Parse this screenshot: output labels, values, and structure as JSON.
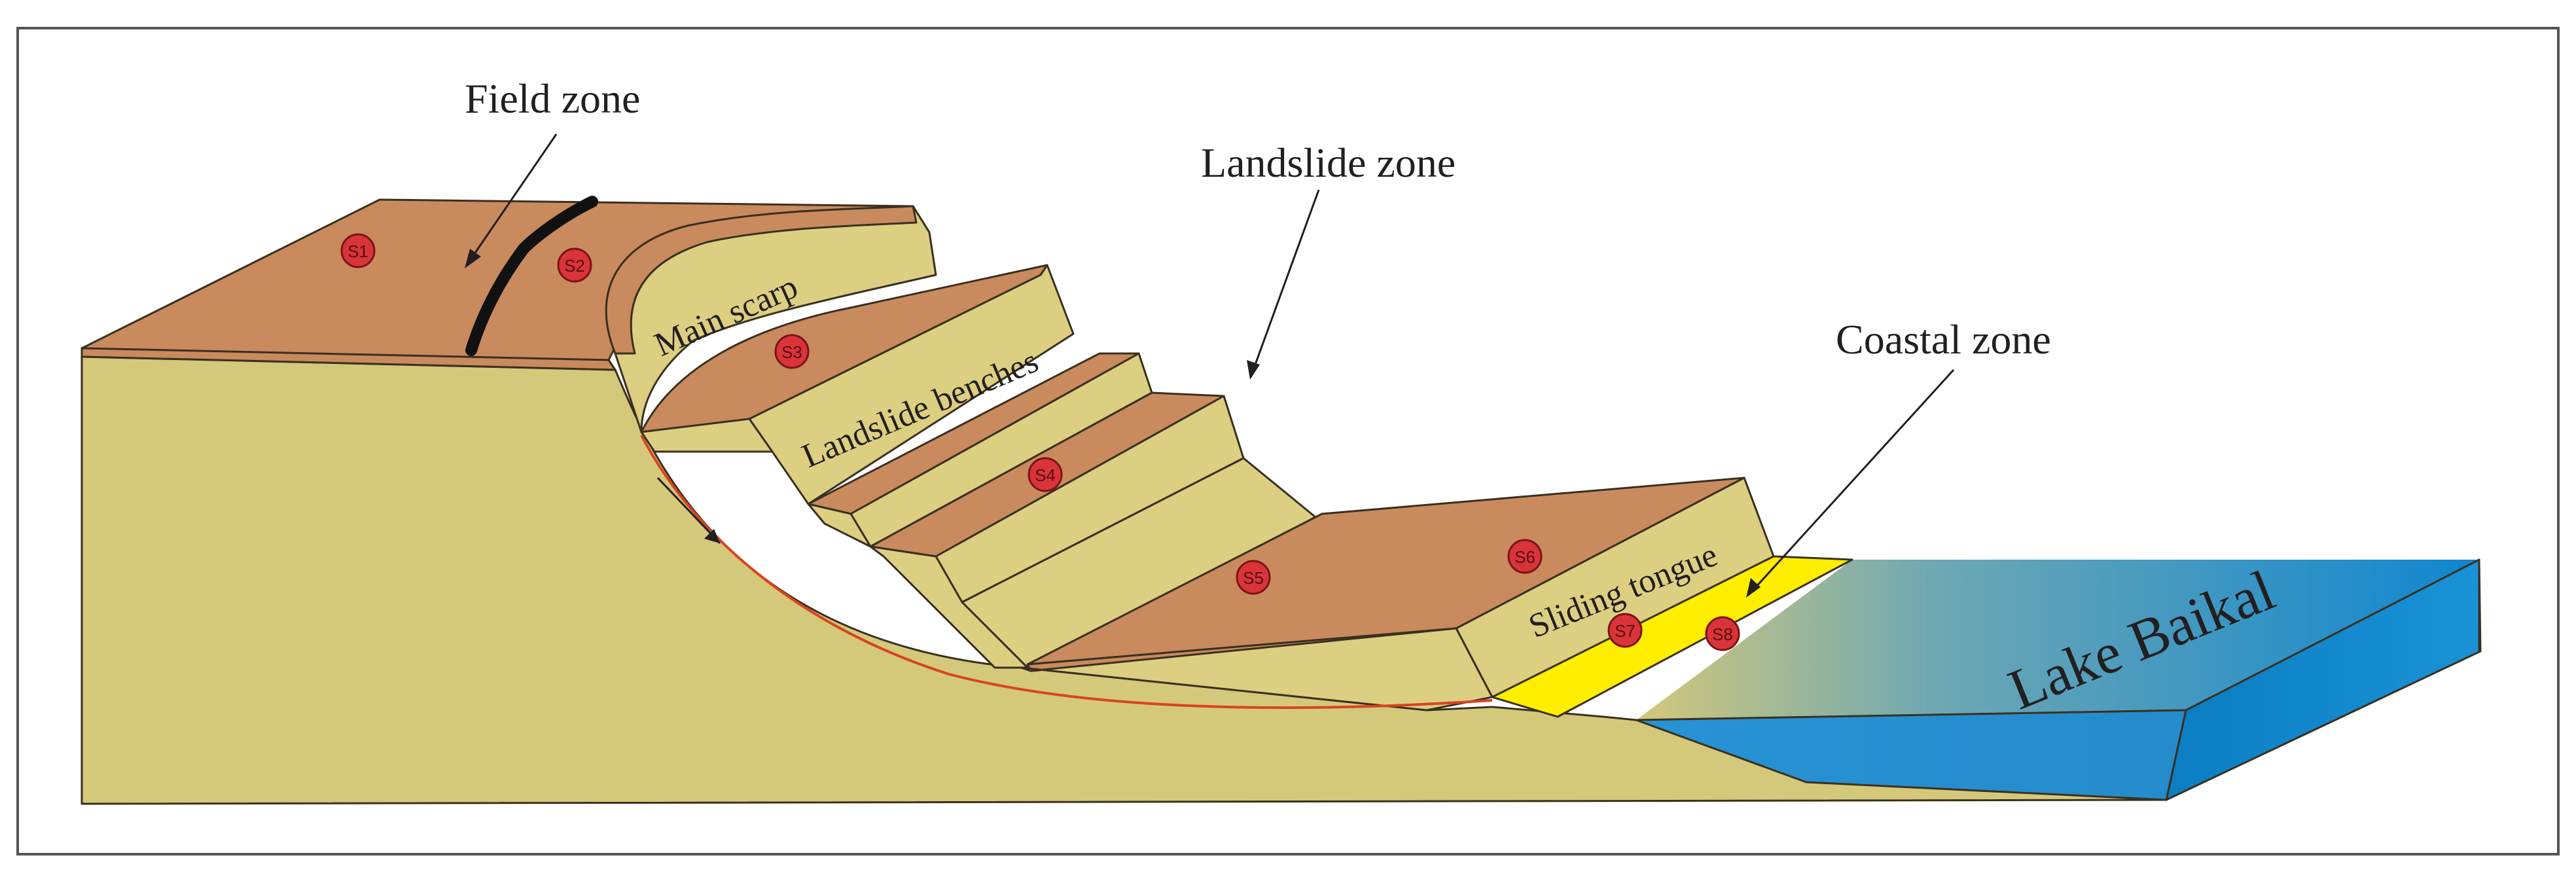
{
  "labels": {
    "field_zone": "Field zone",
    "landslide_zone": "Landslide zone",
    "coastal_zone": "Coastal zone",
    "main_scarp": "Main scarp",
    "landslide_benches": "Landslide benches",
    "sliding_tongue": "Sliding tongue",
    "lake": "Lake Baikal"
  },
  "samples": [
    "S1",
    "S2",
    "S3",
    "S4",
    "S5",
    "S6",
    "S7",
    "S8"
  ],
  "colors": {
    "ground_top": "#c98a5e",
    "ground_side": "#d4c87a",
    "scarp_face": "#dccf82",
    "coastal_strip": "#ffee00",
    "water_deep": "#0f86d0",
    "water_shallow": "#d4c87a",
    "slip_surface": "#d8441f",
    "fault": "#111111",
    "sample_fill": "#d9343a"
  }
}
